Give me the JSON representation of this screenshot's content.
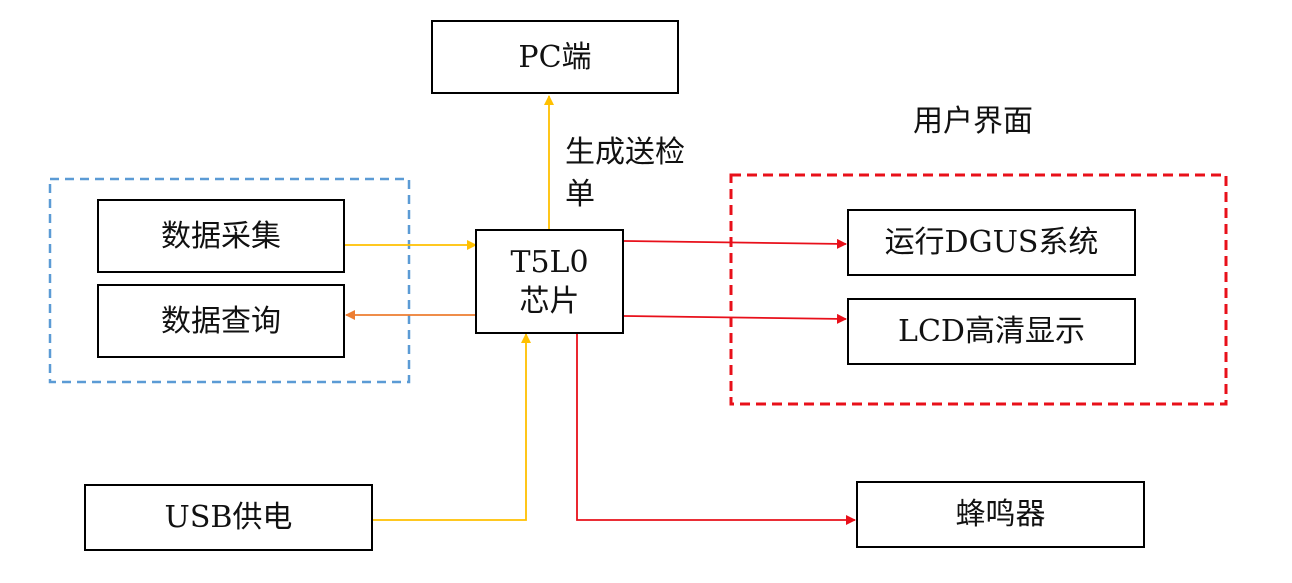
{
  "nodes": {
    "pc": "PC端",
    "chip_line1": "T5L0",
    "chip_line2": "芯片",
    "data_collect": "数据采集",
    "data_query": "数据查询",
    "dgus": "运行DGUS系统",
    "lcd": "LCD高清显示",
    "usb": "USB供电",
    "buzzer": "蜂鸣器"
  },
  "labels": {
    "user_interface": "用户界面",
    "send_line1": "生成送检",
    "send_line2": "单"
  },
  "colors": {
    "blue_group": "#5b9bd5",
    "red_group": "#e8101a",
    "yellow_arrow": "#ffc000",
    "orange_arrow": "#ed7d31",
    "red_arrow": "#e8101a"
  }
}
